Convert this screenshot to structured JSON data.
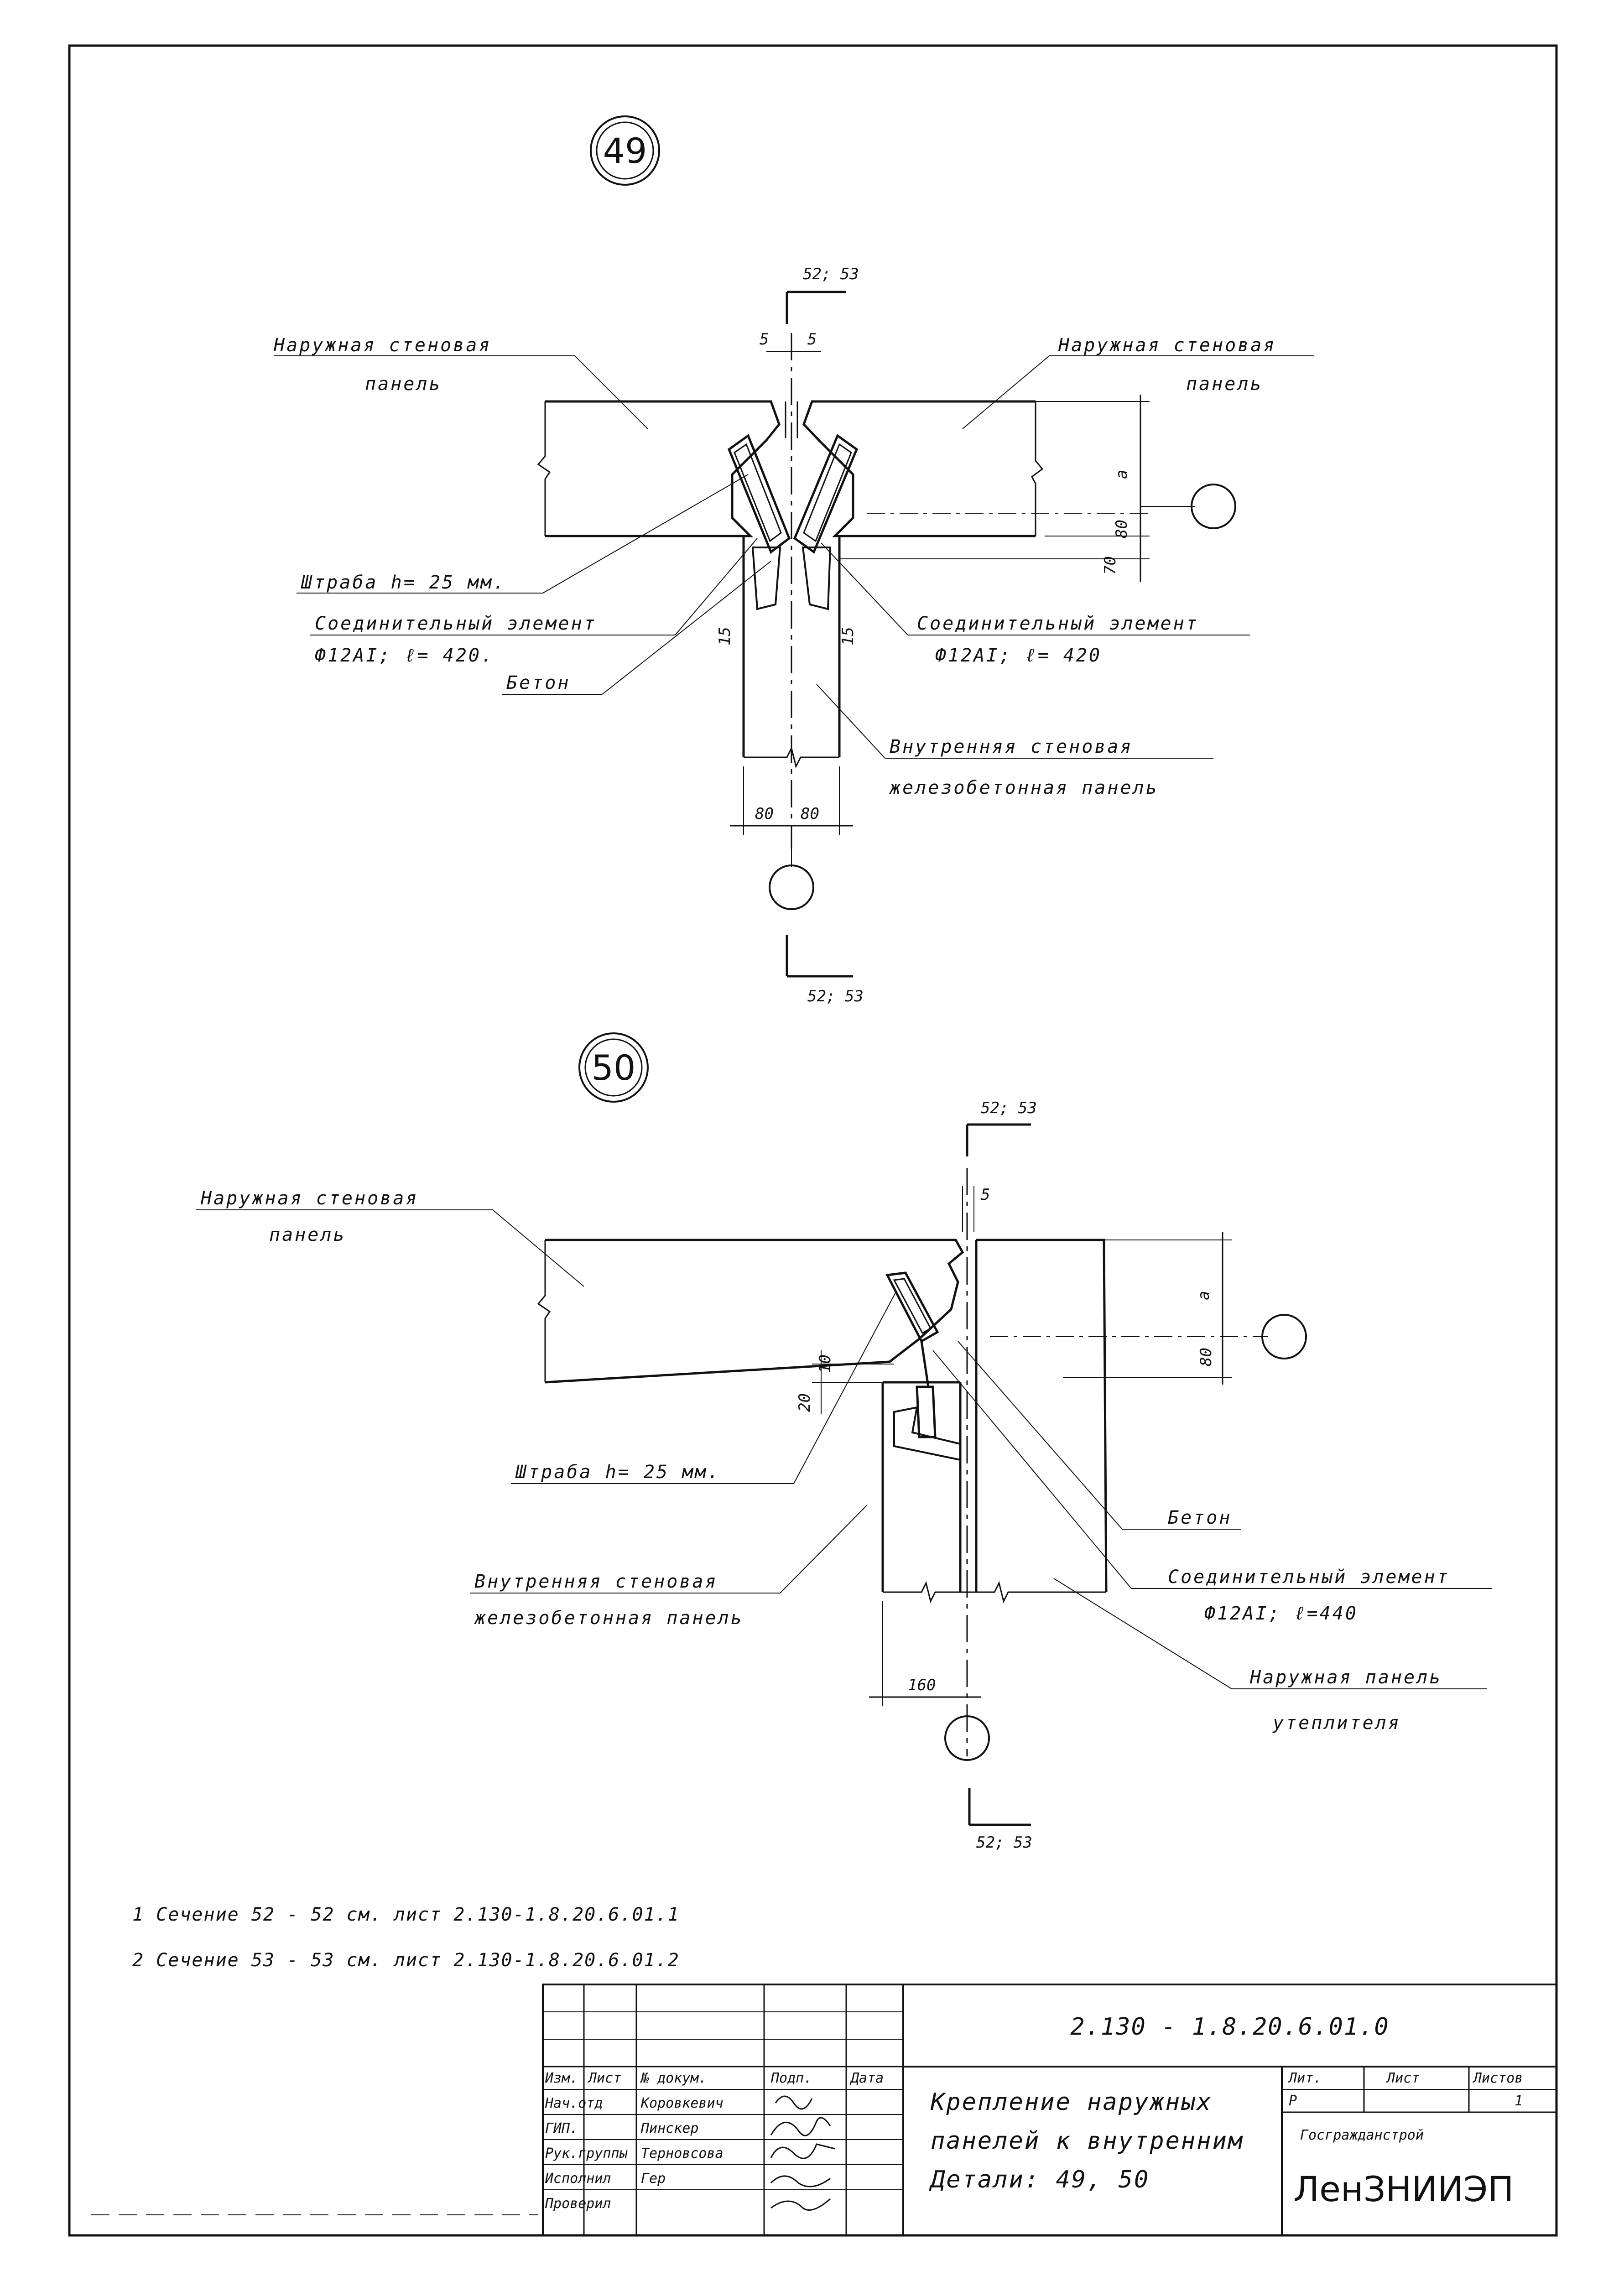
{
  "detail_49": {
    "number": "49",
    "section_mark_top": "52; 53",
    "section_mark_bottom": "52; 53",
    "gap_dims": [
      "5",
      "5"
    ],
    "label_outer_left": [
      "Наружная стеновая",
      "панель"
    ],
    "label_outer_right": [
      "Наружная стеновая",
      "панель"
    ],
    "label_groove": "Штраба h= 25 мм.",
    "label_connector_left": [
      "Соединительный элемент",
      "Ф12АI; ℓ= 420."
    ],
    "label_connector_right": [
      "Соединительный элемент",
      "Ф12АI; ℓ= 420"
    ],
    "label_concrete": "Бетон",
    "label_inner": [
      "Внутренняя стеновая",
      "железобетонная панель"
    ],
    "dim_a": "a",
    "dim_80": "80",
    "dim_70": "70",
    "dim_15_left": "15",
    "dim_15_right": "15",
    "dim_bottom": [
      "80",
      "80"
    ]
  },
  "detail_50": {
    "number": "50",
    "section_mark_top": "52; 53",
    "section_mark_bottom": "52; 53",
    "gap_dim": "5",
    "label_outer": [
      "Наружная стеновая",
      "панель"
    ],
    "label_groove": "Штраба h= 25 мм.",
    "label_concrete": "Бетон",
    "label_connector": [
      "Соединительный элемент",
      "Ф12АI; ℓ=440"
    ],
    "label_inner": [
      "Внутренняя стеновая",
      "железобетонная панель"
    ],
    "label_insulation": [
      "Наружная панель",
      "утеплителя"
    ],
    "dim_a": "a",
    "dim_80": "80",
    "dim_20": "20",
    "dim_10": "10",
    "dim_bottom": "160"
  },
  "notes": [
    "1 Сечение 52 - 52 см. лист 2.130-1.8.20.6.01.1",
    "2 Сечение 53 - 53 см. лист 2.130-1.8.20.6.01.2"
  ],
  "title_block": {
    "doc_code": "2.130 - 1.8.20.6.01.0",
    "headers": [
      "Изм.",
      "Лист",
      "№ докум.",
      "Подп.",
      "Дата"
    ],
    "rows": [
      [
        "Нач.отд",
        "Коровкевич"
      ],
      [
        "ГИП.",
        "Пинскер"
      ],
      [
        "Рук.группы",
        "Терновсова"
      ],
      [
        "Исполнил",
        "Гер"
      ],
      [
        "Проверил",
        ""
      ]
    ],
    "title_lines": [
      "Крепление наружных",
      "панелей к внутренним",
      "Детали: 49, 50"
    ],
    "stage_header": "Лит.",
    "sheet_header": "Лист",
    "sheets_header": "Листов",
    "stage": "Р",
    "sheets": "1",
    "org_top": "Госгражданстрой",
    "org_name": "ЛенЗНИИЭП"
  }
}
